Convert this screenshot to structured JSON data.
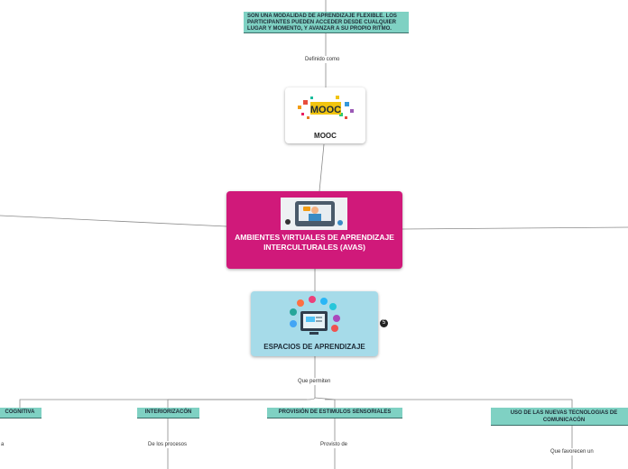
{
  "top_node": {
    "text": "SON UNA MODALIDAD DE APRENDIZAJE FLEXIBLE. LOS PARTICIPANTES PUEDEN ACCEDER DESDE CUALQUIER LUGAR Y MOMENTO, Y AVANZAR A SU PROPIO RITMO."
  },
  "link_defined": "Definido como",
  "mooc": {
    "logo_text": "MOOC",
    "title": "MOOC"
  },
  "central": {
    "title": "AMBIENTES VIRTUALES DE APRENDIZAJE INTERCULTURALES (AVAS)"
  },
  "espacios": {
    "title": "ESPACIOS DE APRENDIZAJE"
  },
  "link_permiten": "Que permiten",
  "children": [
    {
      "title": "COGNITIVA",
      "link": "a"
    },
    {
      "title": "INTERIORIZACÓN",
      "link": "De los procesos"
    },
    {
      "title": "PROVISIÓN DE ESTIMULOS SENSORIALES",
      "link": "Provisto de"
    },
    {
      "title": "USO DE LAS NUEVAS TECNOLOGIAS DE COMUNICACÓN",
      "link": "Que favorecen un"
    }
  ],
  "colors": {
    "central": "#d0197a",
    "teal": "#7fd1c3",
    "espacios": "#a6dbe9"
  }
}
